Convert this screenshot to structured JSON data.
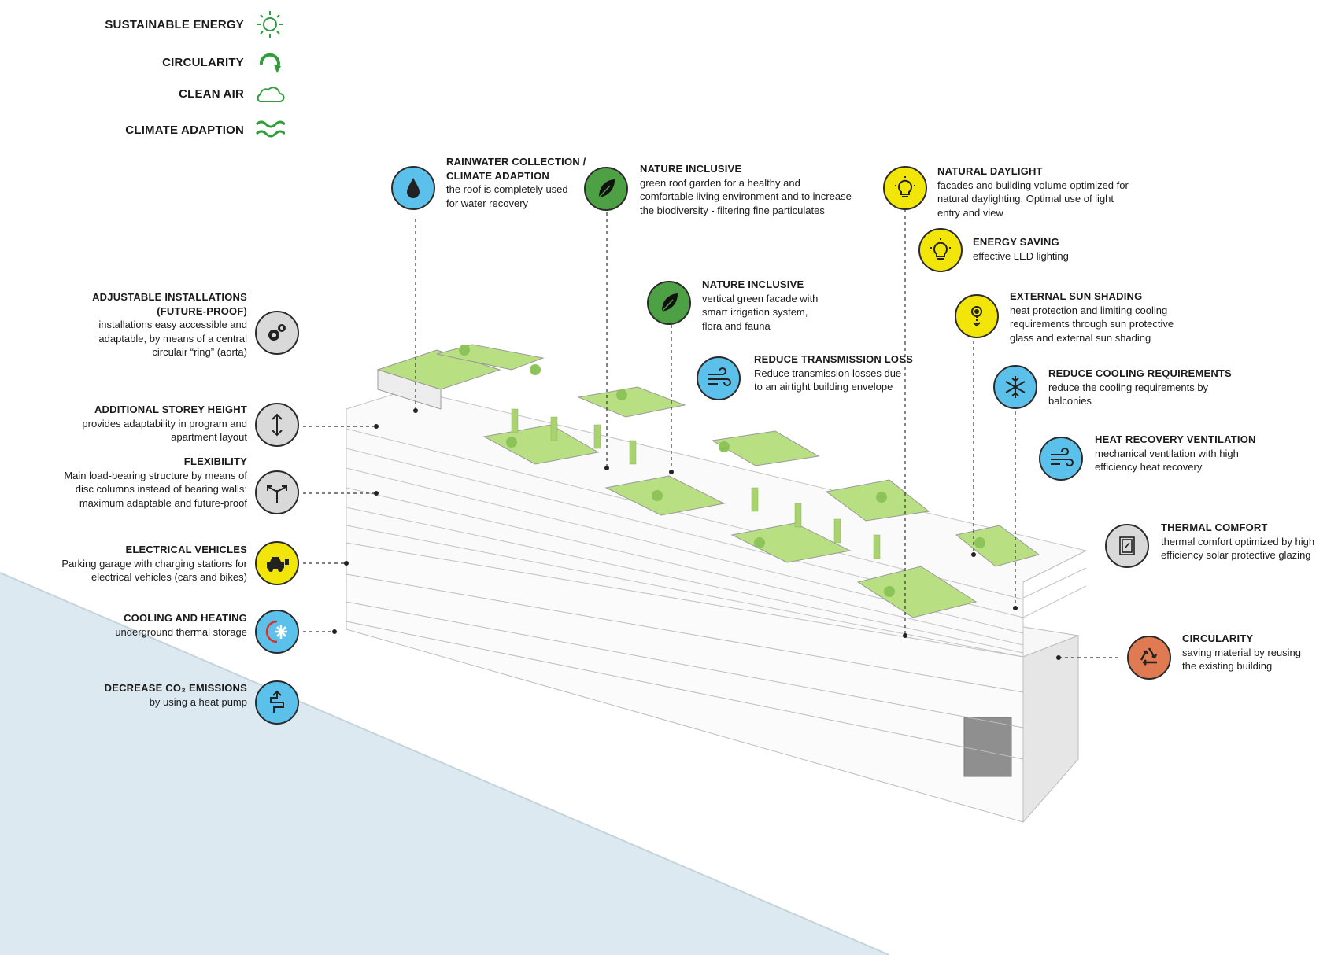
{
  "colors": {
    "water": "#dde9f0",
    "green_accent": "#2f9e3a",
    "blue_badge": "#5bc0ea",
    "green_badge": "#4ea044",
    "yellow_badge": "#f2e50a",
    "grey_badge": "#d9d9d9",
    "orange_badge": "#e07a52",
    "roof_green": "#b8df82"
  },
  "legend": [
    {
      "label": "SUSTAINABLE ENERGY",
      "icon": "sun-icon"
    },
    {
      "label": "CIRCULARITY",
      "icon": "circular-arrow-icon"
    },
    {
      "label": "CLEAN AIR",
      "icon": "cloud-icon"
    },
    {
      "label": "CLIMATE ADAPTION",
      "icon": "waves-icon"
    }
  ],
  "left_annotations": {
    "adjustable": {
      "title": "ADJUSTABLE INSTALLATIONS\n(FUTURE-PROOF)",
      "desc": "installations easy accessible and\nadaptable, by means of a central\ncirculair “ring” (aorta)",
      "icon": "gears-icon"
    },
    "storey": {
      "title": "ADDITIONAL STOREY HEIGHT",
      "desc": "provides adaptability in program and\napartment layout",
      "icon": "vertical-arrows-icon"
    },
    "flexibility": {
      "title": "FLEXIBILITY",
      "desc": "Main load-bearing structure by means of\ndisc columns instead of bearing walls:\nmaximum adaptable and future-proof",
      "icon": "split-arrows-icon"
    },
    "ev": {
      "title": "ELECTRICAL VEHICLES",
      "desc": "Parking garage with charging stations for\nelectrical vehicles (cars and bikes)",
      "icon": "car-charging-icon"
    },
    "cooling": {
      "title": "COOLING AND HEATING",
      "desc": "underground thermal storage",
      "icon": "heat-cool-icon"
    },
    "co2": {
      "title": "DECREASE CO₂ EMISSIONS",
      "desc": "by using a heat pump",
      "icon": "heat-pump-icon"
    }
  },
  "top_annotations": {
    "rainwater": {
      "title": "RAINWATER COLLECTION /\nCLIMATE ADAPTION",
      "desc": "the roof is completely used\nfor water recovery",
      "icon": "water-drop-icon"
    },
    "nature_roof": {
      "title": "NATURE INCLUSIVE",
      "desc": "green roof garden for a healthy and\ncomfortable living environment and to increase\nthe biodiversity - filtering fine particulates",
      "icon": "leaf-icon"
    },
    "nature_facade": {
      "title": "NATURE INCLUSIVE",
      "desc": "vertical green facade with\nsmart irrigation system,\nflora and fauna",
      "icon": "leaf-icon"
    },
    "transmission": {
      "title": "REDUCE TRANSMISSION LOSS",
      "desc": "Reduce transmission losses due\nto an airtight building envelope",
      "icon": "wind-icon"
    }
  },
  "right_annotations": {
    "daylight": {
      "title": "NATURAL DAYLIGHT",
      "desc": "facades and building volume optimized for\nnatural daylighting. Optimal use of light\nentry and view",
      "icon": "lightbulb-icon"
    },
    "energy": {
      "title": "ENERGY SAVING",
      "desc": "effective LED lighting",
      "icon": "lightbulb-icon"
    },
    "shading": {
      "title": "EXTERNAL  SUN SHADING",
      "desc": "heat protection and limiting cooling\nrequirements through sun protective\nglass and external sun shading",
      "icon": "sun-shade-icon"
    },
    "cooling_req": {
      "title": "REDUCE COOLING REQUIREMENTS",
      "desc": "reduce the cooling requirements by\nbalconies",
      "icon": "snowflake-icon"
    },
    "ventilation": {
      "title": "HEAT RECOVERY VENTILATION",
      "desc": "mechanical ventilation with high\nefficiency heat recovery",
      "icon": "wind-icon"
    },
    "thermal": {
      "title": "THERMAL COMFORT",
      "desc": "thermal comfort optimized by high\nefficiency solar protective glazing",
      "icon": "window-icon"
    },
    "circularity": {
      "title": "CIRCULARITY",
      "desc": "saving material by reusing\nthe existing building",
      "icon": "recycle-icon"
    }
  }
}
